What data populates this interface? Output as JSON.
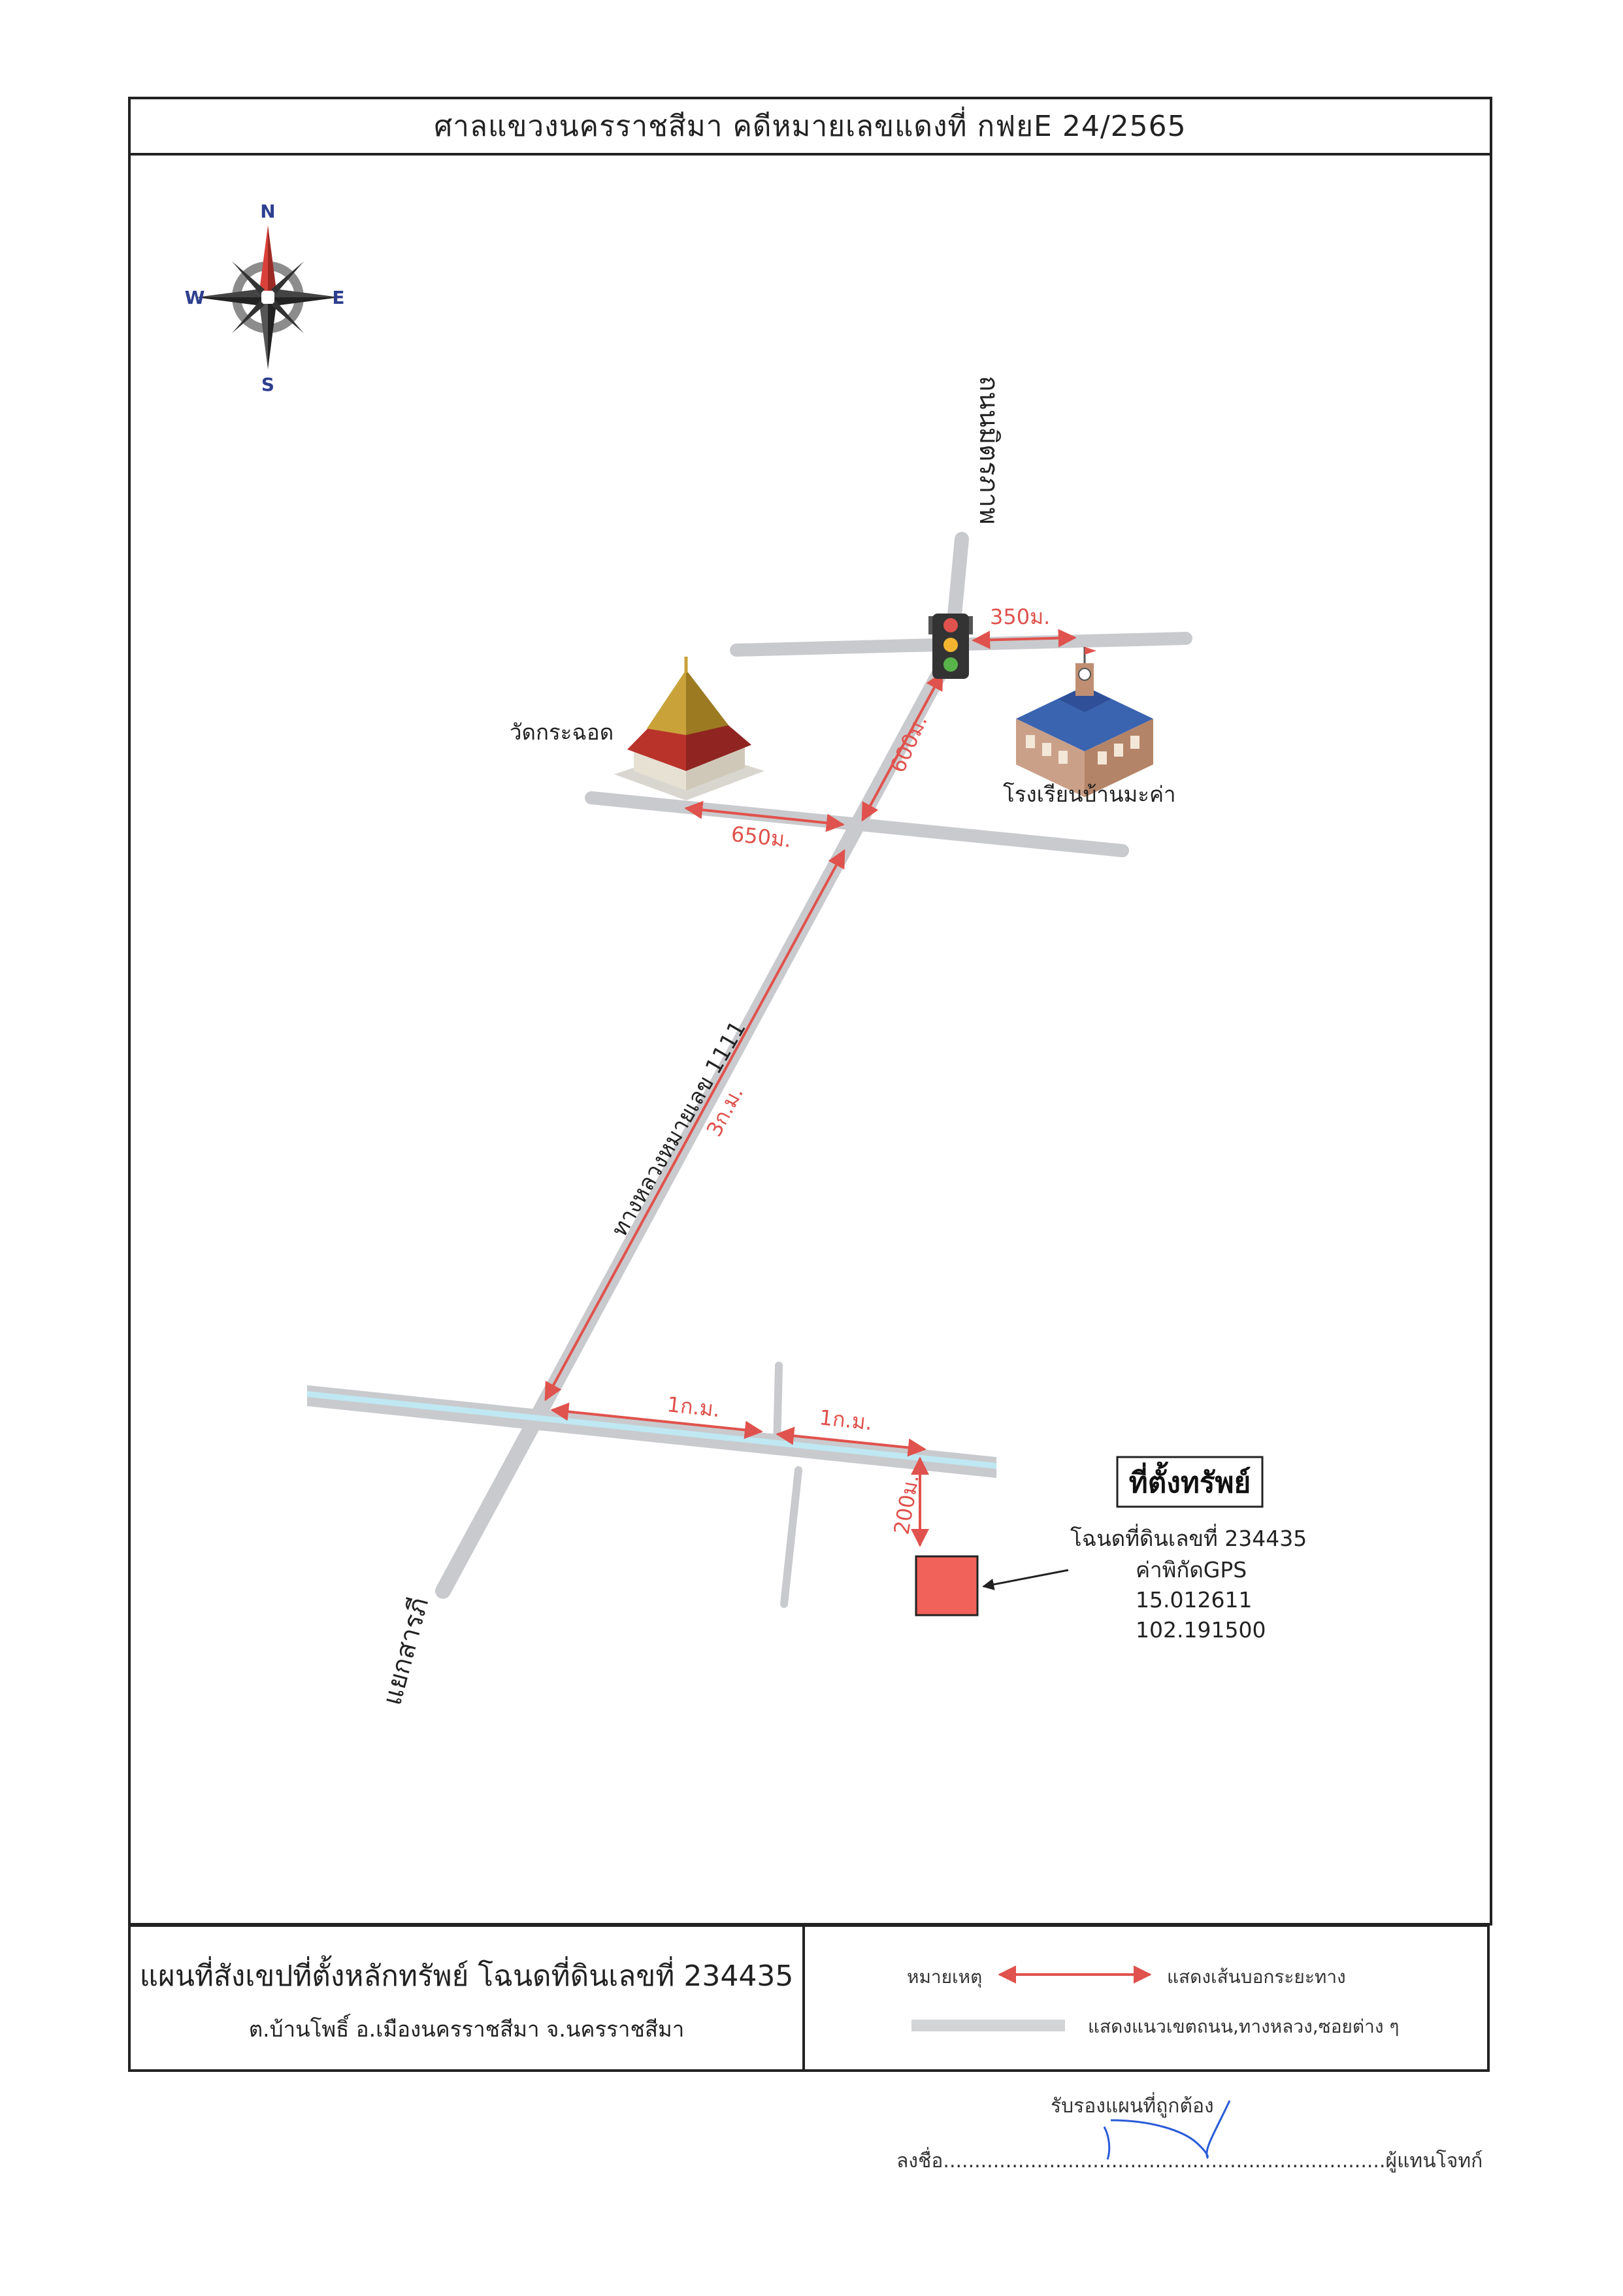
{
  "header": {
    "title": "ศาลแขวงนครราชสีมา คดีหมายเลขแดงที่ กฟยE 24/2565"
  },
  "compass": {
    "north": "N",
    "south": "S",
    "east": "E",
    "west": "W"
  },
  "roads": {
    "mittraphap": "ถนนมิตรภาพ",
    "highway_1111": "ทางหลวงหมายเลข 1111",
    "saraphi_junction": "แยกสารภี"
  },
  "landmarks": {
    "wat": "วัดกระฉอด",
    "school": "โรงเรียนบ้านมะค่า"
  },
  "distances": {
    "d350": "350ม.",
    "d600": "600ม.",
    "d650": "650ม.",
    "d3km": "3ก.ม.",
    "d1km_a": "1ก.ม.",
    "d1km_b": "1ก.ม.",
    "d200": "200ม."
  },
  "property": {
    "heading": "ที่ตั้งทรัพย์",
    "deed": "โฉนดที่ดินเลขที่ 234435",
    "gps_label": "ค่าพิกัดGPS",
    "lat": "15.012611",
    "lon": "102.191500"
  },
  "footer": {
    "title": "แผนที่สังเขปที่ตั้งหลักทรัพย์ โฉนดที่ดินเลขที่ 234435",
    "subtitle": "ต.บ้านโพธิ์  อ.เมืองนครราชสีมา  จ.นครราชสีมา"
  },
  "legend": {
    "heading": "หมายเหตุ",
    "distance_line": "แสดงเส้นบอกระยะทาง",
    "road_line": "แสดงแนวเขตถนน,ทางหลวง,ซอยต่าง ๆ"
  },
  "signature": {
    "certify": "รับรองแผนที่ถูกต้อง",
    "sign_prefix": "ลงชื่อ",
    "sign_suffix": "ผู้แทนโจทก์"
  },
  "colors": {
    "road": "#c9cacd",
    "water": "#bfe8f3",
    "distance_arrow": "#e0524d",
    "property_fill": "#f0625a",
    "compass_blue": "#2f3f8f",
    "signature_ink": "#2a5bd7"
  }
}
